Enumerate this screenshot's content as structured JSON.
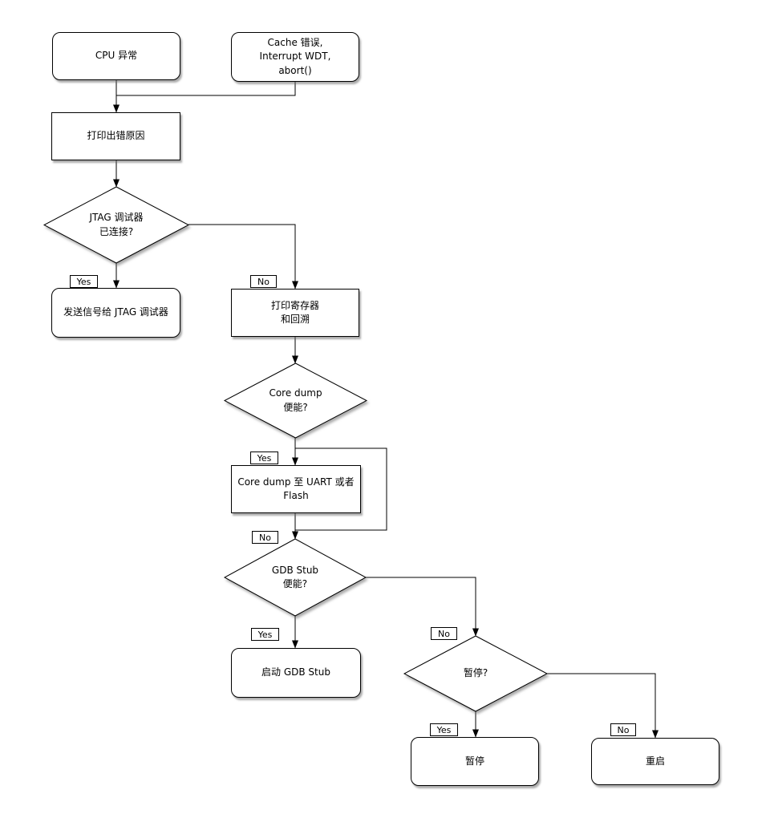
{
  "diagram": {
    "title": "CPU exception handling flowchart",
    "colors": {
      "background": "#ffffff",
      "node_fill": "#ffffff",
      "stroke": "#000000",
      "shadow": "#666666"
    },
    "nodes": {
      "cpu_exception": {
        "label": "CPU 异常",
        "shape": "rounded-rect"
      },
      "cache_error": {
        "label": "Cache 错误,\nInterrupt WDT,\nabort()",
        "shape": "rounded-rect"
      },
      "print_error_reason": {
        "label": "打印出错原因",
        "shape": "rect"
      },
      "jtag_connected": {
        "label": "JTAG 调试器\n已连接?",
        "shape": "diamond"
      },
      "send_signal_jtag": {
        "label": "发送信号给 JTAG 调试器",
        "shape": "rounded-rect"
      },
      "print_registers": {
        "label": "打印寄存器\n和回溯",
        "shape": "rect"
      },
      "coredump_enabled": {
        "label": "Core dump\n便能?",
        "shape": "diamond"
      },
      "coredump_to_uart_flash": {
        "label": "Core dump 至 UART 或者 Flash",
        "shape": "rect"
      },
      "gdbstub_enabled": {
        "label": "GDB Stub\n便能?",
        "shape": "diamond"
      },
      "start_gdbstub": {
        "label": "启动 GDB Stub",
        "shape": "rounded-rect"
      },
      "halt_question": {
        "label": "暂停?",
        "shape": "diamond"
      },
      "halt": {
        "label": "暂停",
        "shape": "rounded-rect"
      },
      "reboot": {
        "label": "重启",
        "shape": "rounded-rect"
      }
    },
    "edge_labels": {
      "jtag_yes": "Yes",
      "jtag_no": "No",
      "coredump_yes": "Yes",
      "coredump_no": "No",
      "gdb_yes": "Yes",
      "gdb_no": "No",
      "halt_yes": "Yes",
      "halt_no": "No"
    }
  }
}
